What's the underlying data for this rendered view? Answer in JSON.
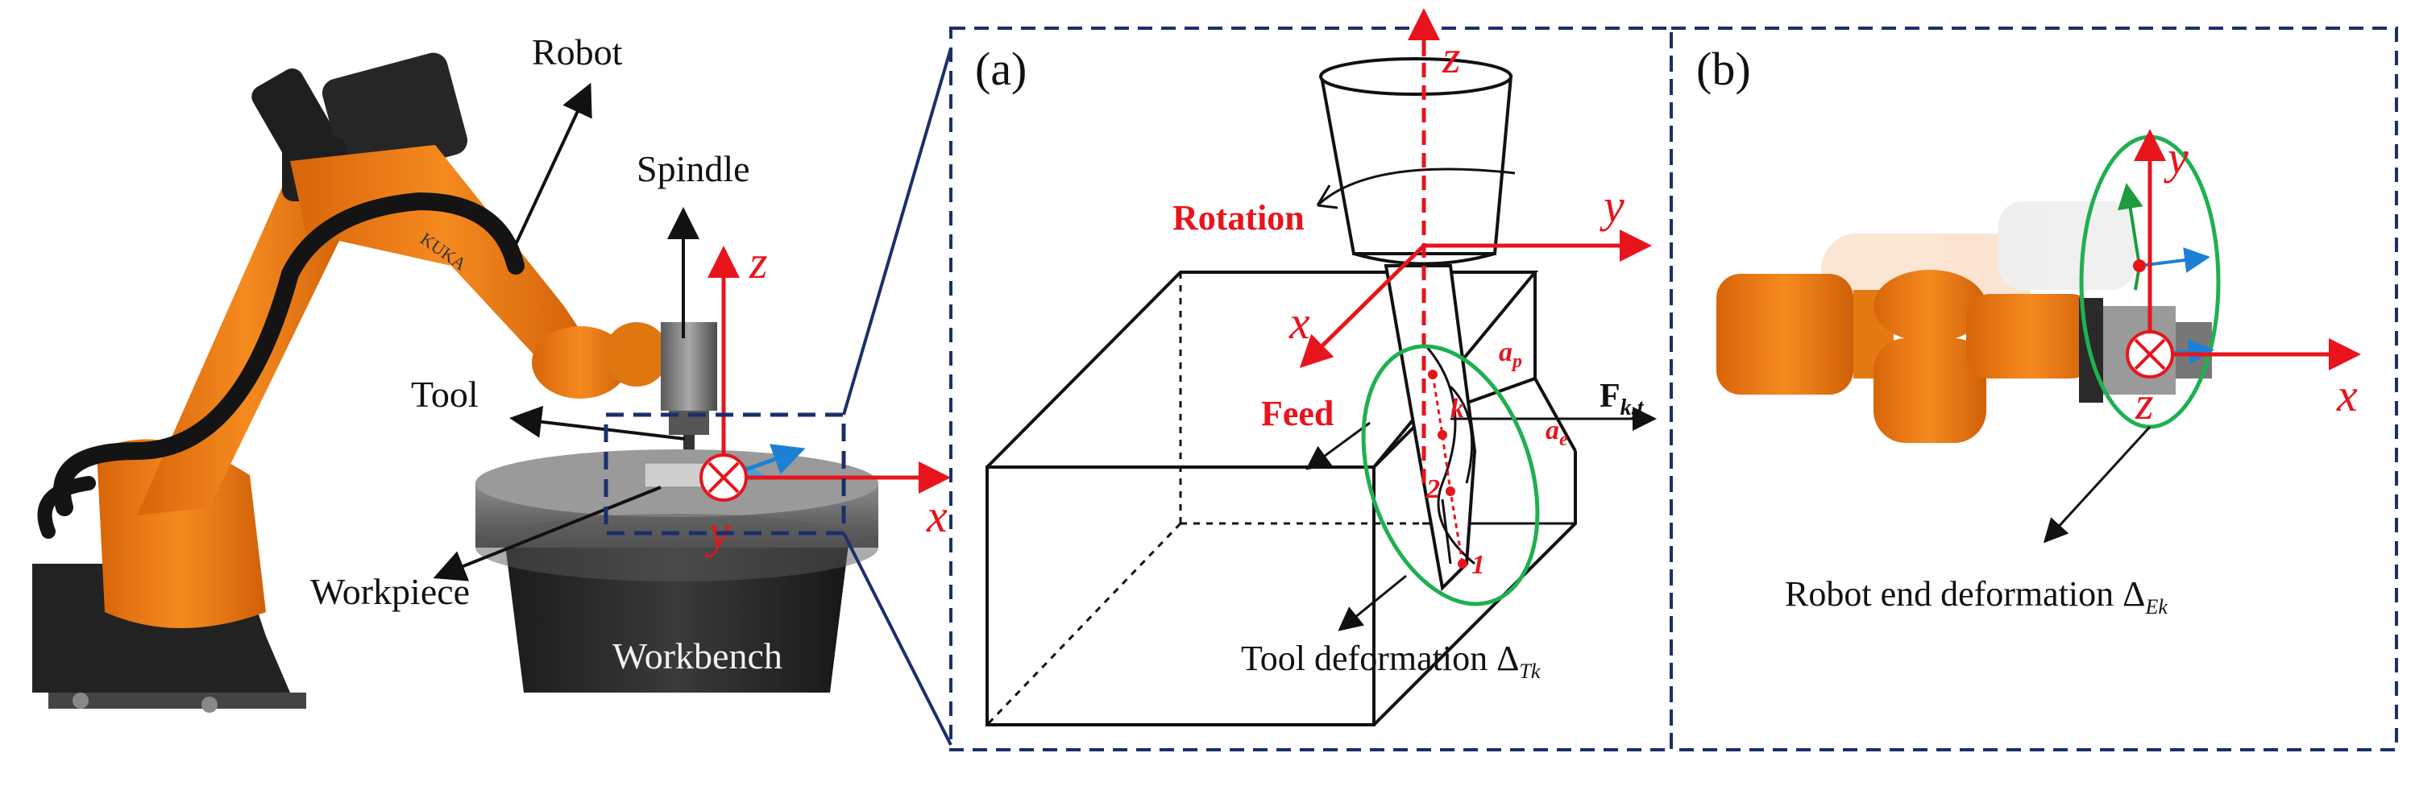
{
  "left": {
    "labels": {
      "robot": "Robot",
      "spindle": "Spindle",
      "tool": "Tool",
      "workpiece": "Workpiece",
      "workbench": "Workbench"
    },
    "brand": "KUKA",
    "axes": {
      "z": "z",
      "y": "y",
      "x": "x"
    }
  },
  "panel_a": {
    "tag": "(a)",
    "axes": {
      "z": "z",
      "y": "y",
      "x": "x"
    },
    "rotation": "Rotation",
    "feed": "Feed",
    "ap": "a",
    "ap_sub": "p",
    "ae": "a",
    "ae_sub": "e",
    "force": "F",
    "force_sub": "k,t",
    "pt_k": "k",
    "pt_2": "2",
    "pt_1": "1",
    "deformation": "Tool deformation Δ",
    "deformation_sub": "Tk"
  },
  "panel_b": {
    "tag": "(b)",
    "axes": {
      "y": "y",
      "x": "x",
      "z": "z"
    },
    "deformation": "Robot end deformation Δ",
    "deformation_sub": "Ek"
  },
  "colors": {
    "robot_orange": "#f07d12",
    "axis_red": "#e8141c",
    "ellipse_green": "#1fb04f",
    "frame_navy": "#1c2f6a",
    "arrow_blue": "#1e7fd6"
  }
}
